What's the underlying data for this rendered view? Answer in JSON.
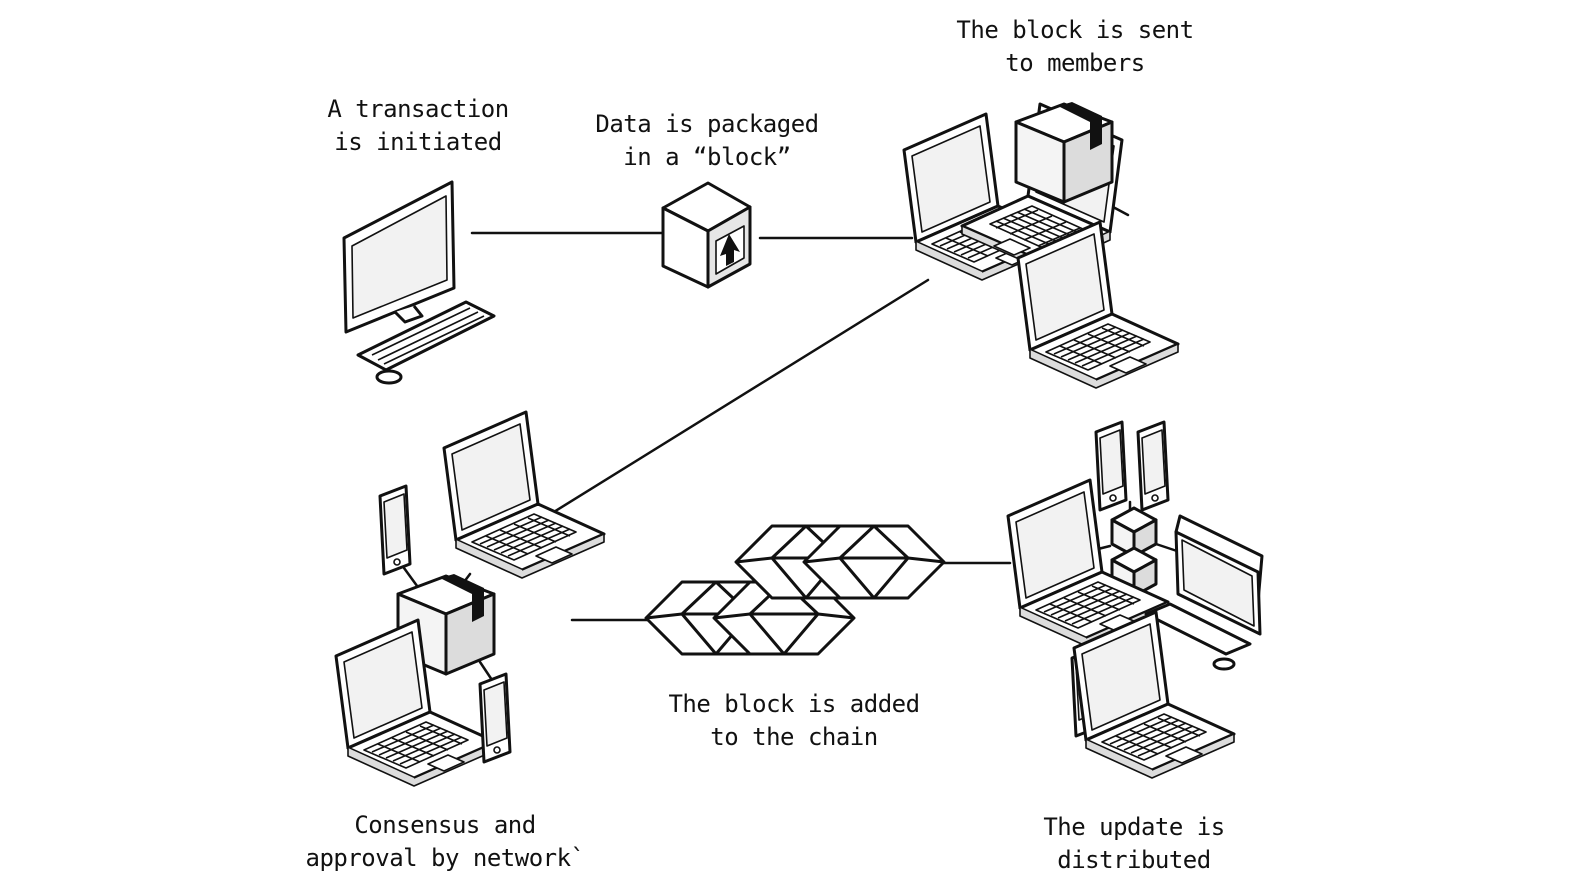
{
  "steps": [
    {
      "line1": "A transaction",
      "line2": "is initiated"
    },
    {
      "line1": "Data is packaged",
      "line2": "in a “block”"
    },
    {
      "line1": "The block is sent",
      "line2": "to members"
    },
    {
      "line1": "Consensus and",
      "line2": "approval by network`"
    },
    {
      "line1": "The block is added",
      "line2": "to the chain"
    },
    {
      "line1": "The update is",
      "line2": "distributed"
    }
  ],
  "colors": {
    "ink": "#111111",
    "panel": "#f2f2f2",
    "face_light": "#ffffff",
    "face_mid": "#f4f4f4",
    "face_dark": "#dcdcdc"
  },
  "icons": [
    "desktop-computer-icon",
    "laptop-icon",
    "smartphone-icon",
    "package-box-icon",
    "upload-arrow-icon",
    "chain-blocks-icon"
  ]
}
